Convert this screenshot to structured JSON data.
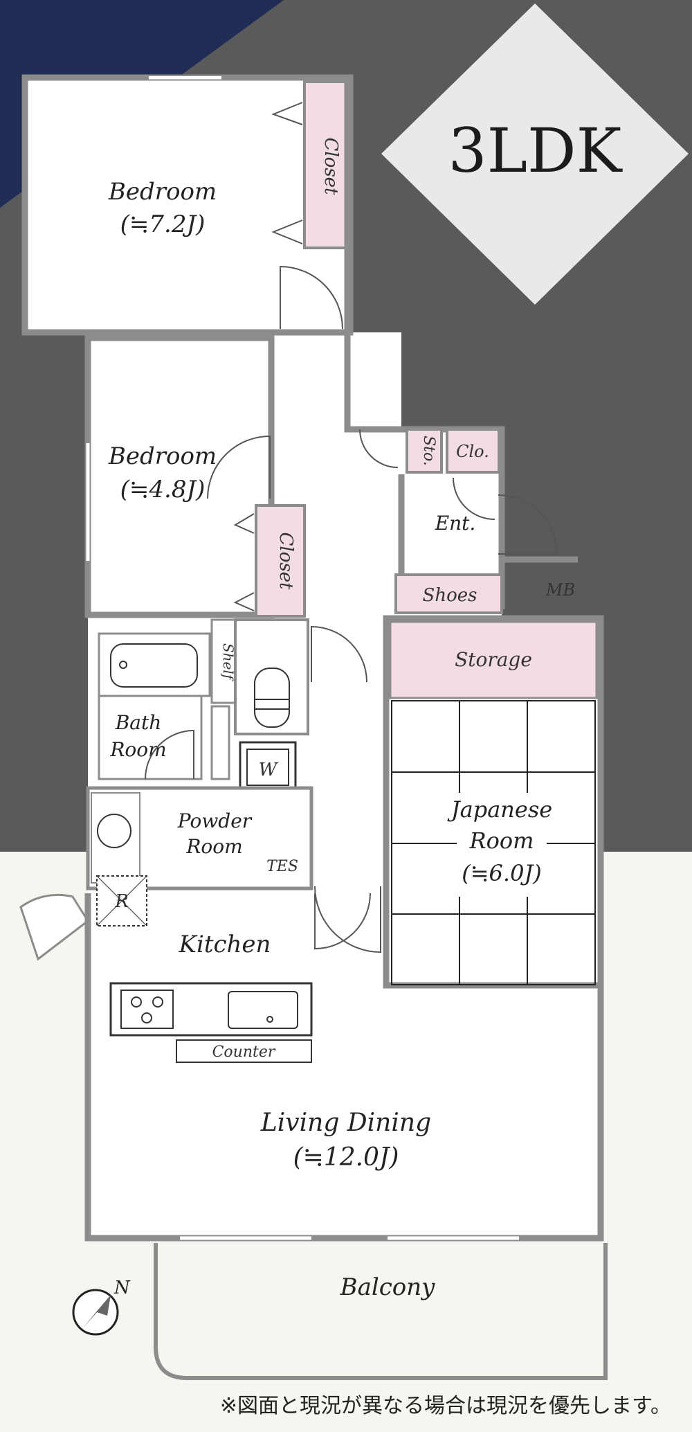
{
  "layout_type": "3LDK",
  "rooms": {
    "bedroom1": {
      "name": "Bedroom",
      "size": "(≒7.2J)"
    },
    "bedroom2": {
      "name": "Bedroom",
      "size": "(≒4.8J)"
    },
    "japanese": {
      "name1": "Japanese",
      "name2": "Room",
      "size": "(≒6.0J)"
    },
    "living": {
      "name": "Living Dining",
      "size": "(≒12.0J)"
    },
    "kitchen": "Kitchen",
    "bath": {
      "l1": "Bath",
      "l2": "Room"
    },
    "powder": {
      "l1": "Powder",
      "l2": "Room"
    },
    "balcony": "Balcony",
    "entrance": "Ent."
  },
  "fixtures": {
    "closet1": "Closet",
    "closet2": "Closet",
    "sto": "Sto.",
    "clo": "Clo.",
    "shoes": "Shoes",
    "storage": "Storage",
    "shelf": "Shelf",
    "w": "W",
    "tes": "TES",
    "r": "R",
    "counter": "Counter",
    "mb": "MB"
  },
  "compass": {
    "label": "N"
  },
  "note": "※図面と現況が異なる場合は現況を優先します。",
  "colors": {
    "wall": "#8c8c8c",
    "closet_fill": "#f3dde2",
    "background_dark": "#5a5a5a",
    "corner_navy": "#1f2d55",
    "diamond": "#e9e9ec"
  }
}
